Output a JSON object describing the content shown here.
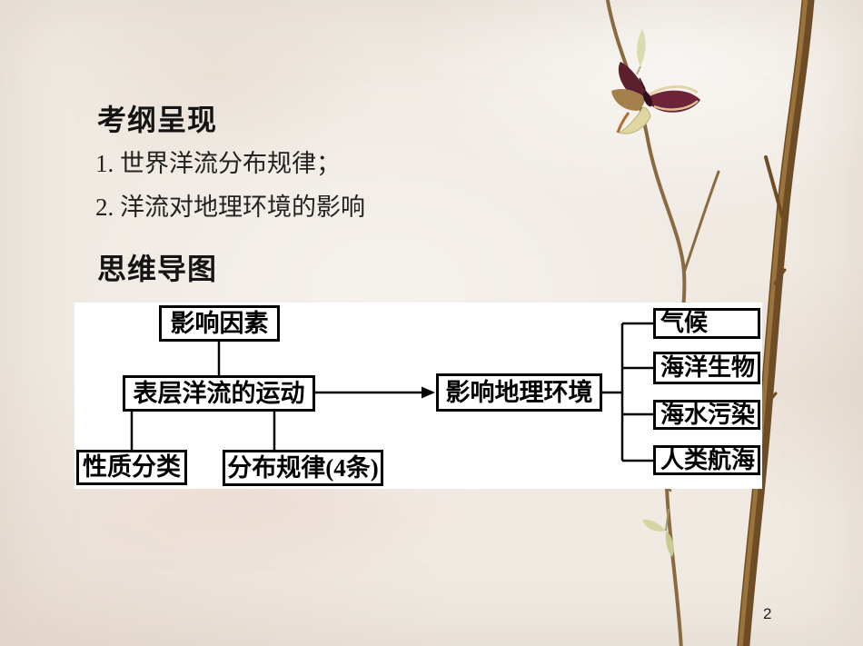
{
  "slide": {
    "page_number": "2",
    "syllabus": {
      "title": "考纲呈现",
      "items": [
        "1. 世界洋流分布规律；",
        "2. 洋流对地理环境的影响"
      ]
    },
    "mindmap": {
      "title": "思维导图",
      "nodes": {
        "factors": "影响因素",
        "surface_current": "表层洋流的运动",
        "nature_classification": "性质分类",
        "distribution_rules": "分布规律(4条)",
        "environment_impact": "影响地理环境",
        "branches": [
          "气候",
          "海洋生物",
          "海水污染",
          "人类航海"
        ]
      }
    },
    "colors": {
      "text": "#1a1a1a",
      "slide_background": "#f0eae3",
      "diagram_background": "#ffffff",
      "diagram_line": "#000000",
      "twig_brown": "#6d4c26",
      "butterfly_maroon": "#5e2130",
      "leaf_pale_green": "#d6d7a0"
    },
    "icons": {
      "right_decoration": "twig-branch-decoration",
      "flower_decoration": "butterfly-leaf-decoration"
    }
  }
}
